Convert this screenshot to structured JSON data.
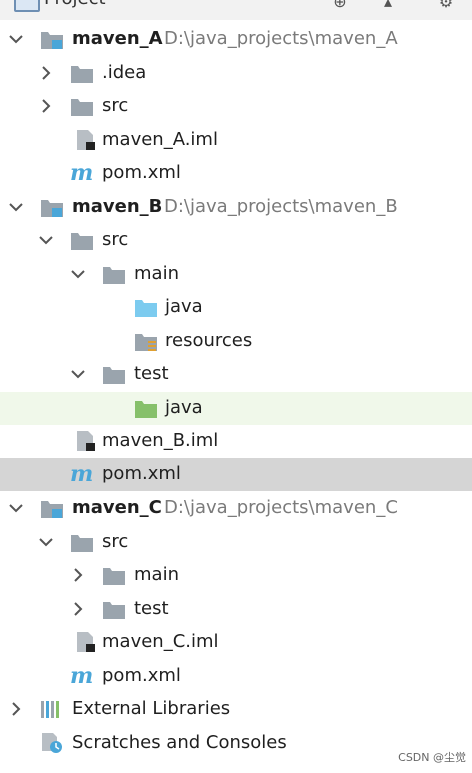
{
  "header": {
    "title": "Project"
  },
  "tree": [
    {
      "label": "maven_A",
      "path": "D:\\java_projects\\maven_A"
    },
    {
      "label": ".idea"
    },
    {
      "label": "src"
    },
    {
      "label": "maven_A.iml"
    },
    {
      "label": "pom.xml"
    },
    {
      "label": "maven_B",
      "path": "D:\\java_projects\\maven_B"
    },
    {
      "label": "src"
    },
    {
      "label": "main"
    },
    {
      "label": "java"
    },
    {
      "label": "resources"
    },
    {
      "label": "test"
    },
    {
      "label": "java"
    },
    {
      "label": "maven_B.iml"
    },
    {
      "label": "pom.xml"
    },
    {
      "label": "maven_C",
      "path": "D:\\java_projects\\maven_C"
    },
    {
      "label": "src"
    },
    {
      "label": "main"
    },
    {
      "label": "test"
    },
    {
      "label": "maven_C.iml"
    },
    {
      "label": "pom.xml"
    },
    {
      "label": "External Libraries"
    },
    {
      "label": "Scratches and Consoles"
    }
  ],
  "icons": {
    "module": "module-folder-icon",
    "folder": "folder-icon",
    "source": "source-folder-icon",
    "resources": "resources-folder-icon",
    "test_source": "test-source-folder-icon",
    "iml": "iml-file-icon",
    "maven": "maven-pom-icon",
    "libraries": "libraries-icon",
    "scratches": "scratches-icon"
  },
  "colors": {
    "selected_green": "#f0f8ea",
    "selected_gray": "#d5d5d5",
    "folder_gray": "#9aa4ad",
    "source_blue": "#7ccbef",
    "test_green": "#86c06a",
    "maven_blue": "#4aa6d8"
  },
  "watermark": "CSDN @尘觉"
}
